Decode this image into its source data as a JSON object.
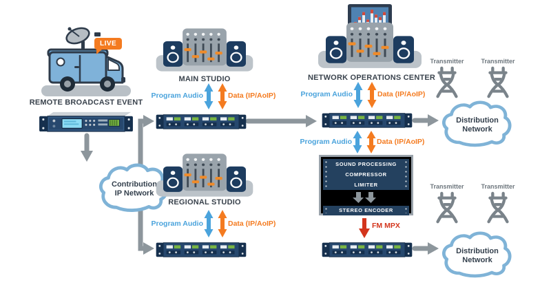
{
  "remote_truck": {
    "label": "REMOTE BROADCAST EVENT",
    "live_badge": "LIVE"
  },
  "studios": {
    "main": {
      "label": "MAIN STUDIO"
    },
    "network_operations": {
      "label": "NETWORK OPERATIONS CENTER"
    },
    "regional": {
      "label": "REGIONAL STUDIO"
    }
  },
  "link_labels": {
    "program_audio": "Program Audio",
    "data": "Data (IP/AoIP)",
    "mpx": "FM MPX"
  },
  "clouds": {
    "contribution": {
      "line1": "Contribution",
      "line2": "IP Network"
    },
    "distribution_top": {
      "line1": "Distribution",
      "line2": "Network"
    },
    "distribution_bottom": {
      "line1": "Distribution",
      "line2": "Network"
    }
  },
  "transmitters": {
    "label": "Transmitter"
  },
  "processing_chain": {
    "stages": [
      "SOUND PROCESSING",
      "COMPRESSOR",
      "LIMITER"
    ],
    "encoder": "STEREO ENCODER"
  },
  "colors": {
    "program_audio_blue": "#4aa3dc",
    "data_orange": "#f47b20",
    "mpx_red": "#d3351c",
    "arrow_gray": "#8d969c",
    "panel_navy": "#24415f",
    "codec_navy": "#27486e",
    "cloud_border_blue": "#7fb3d7"
  }
}
